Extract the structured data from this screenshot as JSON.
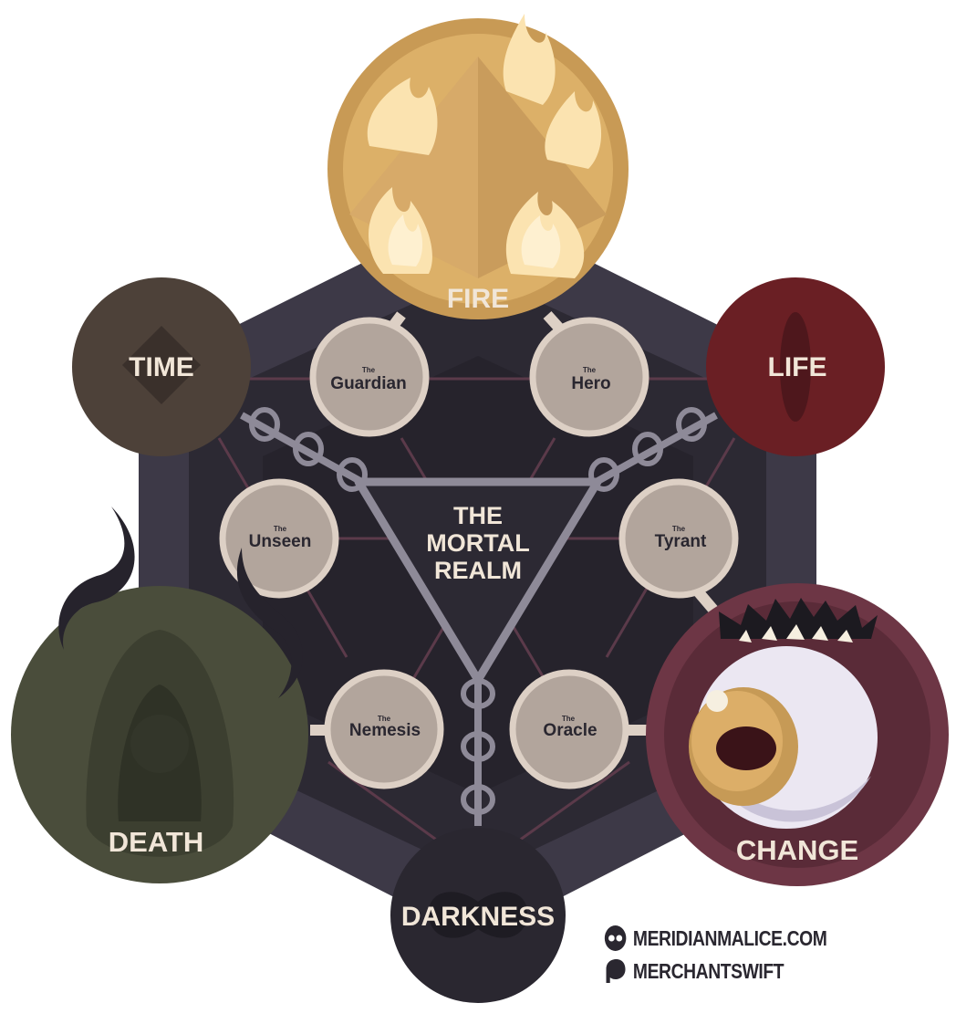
{
  "title": {
    "line1": "THE",
    "line2": "MORTAL",
    "line3": "REALM"
  },
  "realms": {
    "fire": "FIRE",
    "time": "TIME",
    "life": "LIFE",
    "death": "DEATH",
    "change": "CHANGE",
    "darkness": "DARKNESS"
  },
  "roles": {
    "prefix": "The",
    "guardian": "Guardian",
    "hero": "Hero",
    "unseen": "Unseen",
    "tyrant": "Tyrant",
    "nemesis": "Nemesis",
    "oracle": "Oracle"
  },
  "credits": {
    "website": "MERIDIANMALICE.COM",
    "patreon": "MERCHANTSWIFT"
  },
  "colors": {
    "hex_outer": "#3d3947",
    "hex_inner": "#2c2933",
    "fire": "#c89a55",
    "time": "#4d4139",
    "life": "#6a1f24",
    "death": "#4a4d3b",
    "change": "#6d3645",
    "darkness": "#2a2730",
    "role_fill": "#b2a59c",
    "role_ring": "#ddd0c5",
    "chain": "#8e8a98",
    "label": "#f1e6d8"
  },
  "icons": {
    "website": "mask-icon",
    "patreon": "patreon-icon"
  }
}
